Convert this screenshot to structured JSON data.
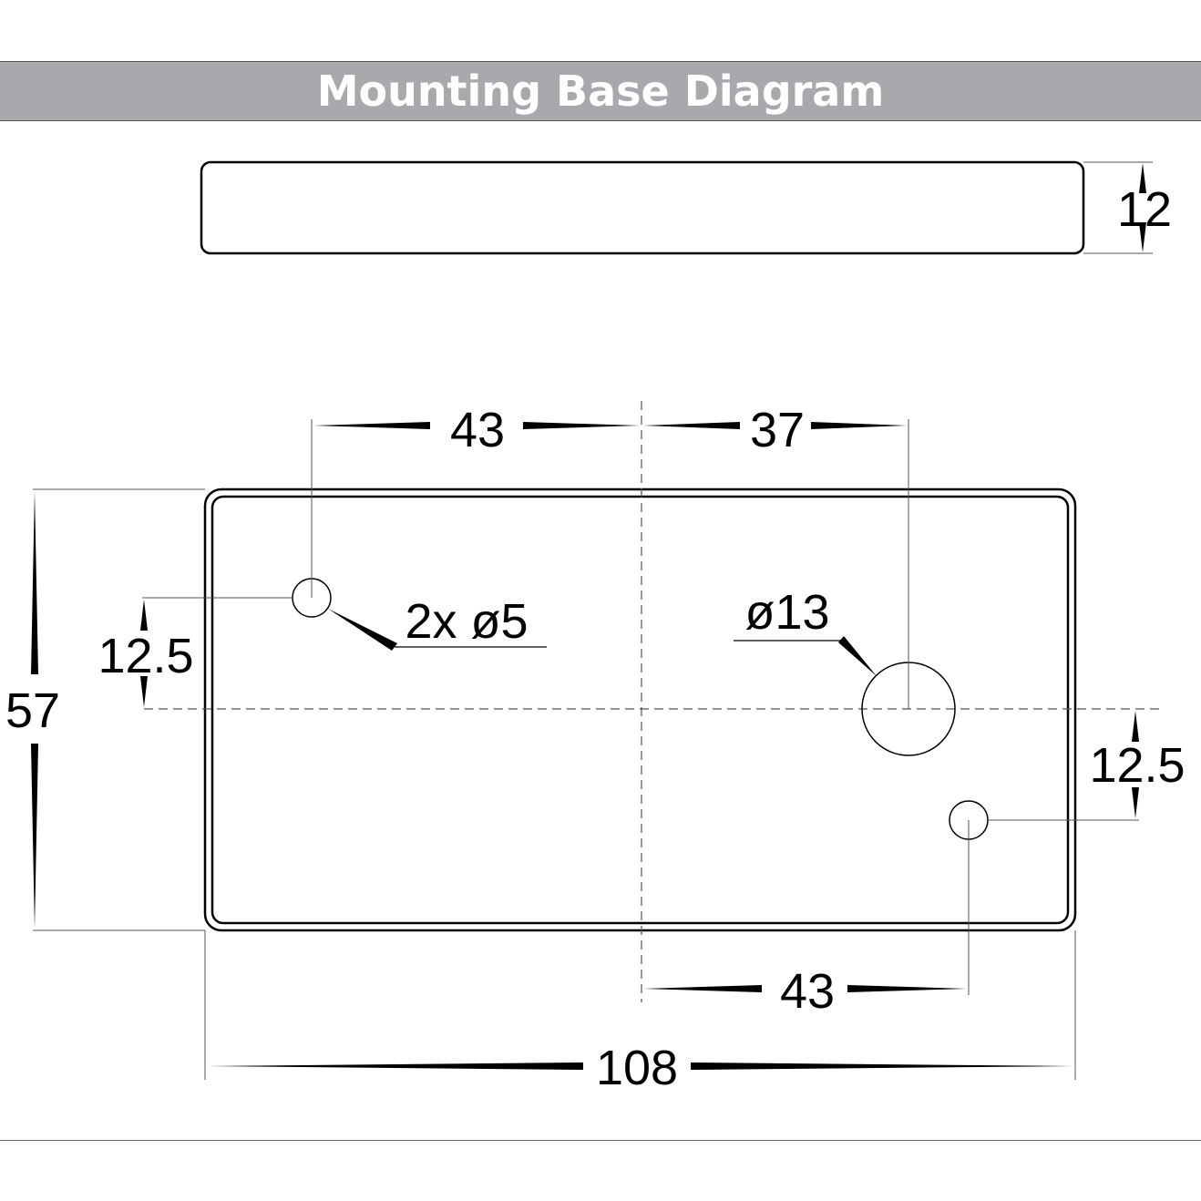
{
  "title": "Mounting Base Diagram",
  "colors": {
    "title_bar": "#a7a9ac",
    "title_text": "#ffffff",
    "outline": "#000000",
    "guide": "#555555"
  },
  "dimensions": {
    "height": "12",
    "top_left": "43",
    "top_right": "37",
    "width": "108",
    "bottom_right": "43",
    "depth": "57",
    "left_offset": "12.5",
    "right_offset": "12.5",
    "small_holes": "2x ø5",
    "large_hole": "ø13"
  }
}
